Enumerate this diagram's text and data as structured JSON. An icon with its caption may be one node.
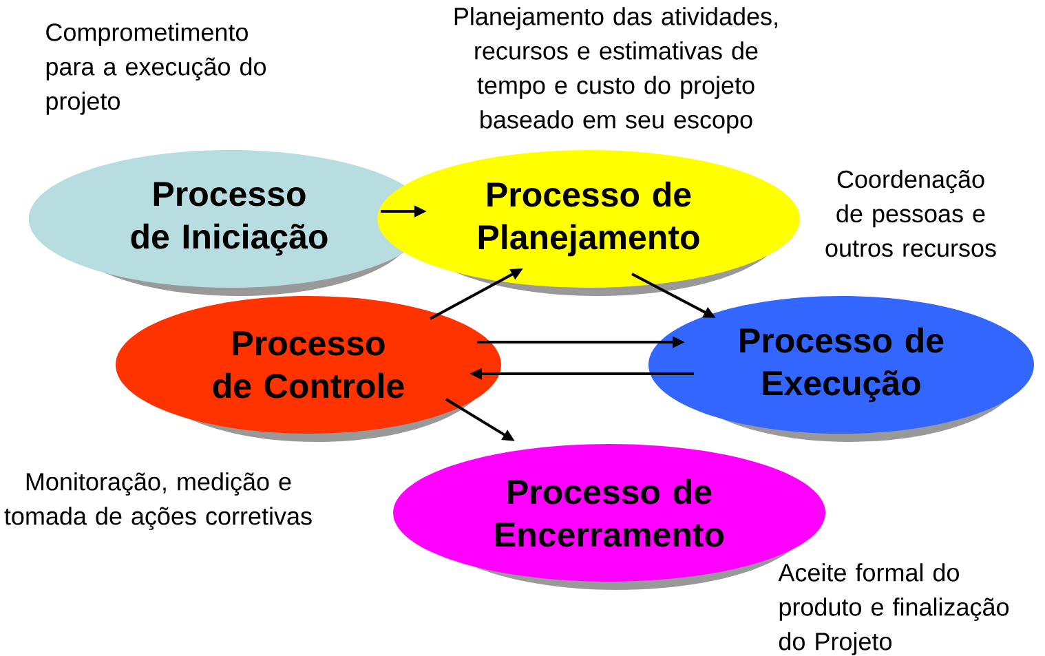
{
  "diagram": {
    "nodes": [
      {
        "text": [
          "Processo de Iniciação"
        ],
        "beside": [
          "Comprometimento para a execução do projeto"
        ]
      },
      {
        "text": [
          "Processo de Planejamento"
        ],
        "beside": [
          "Planejamento das atividades, recursos e estimativas de tempo e custo do projeto baseado em seu escopo"
        ]
      },
      {
        "text": [
          "Processo de Controle"
        ],
        "beside": [
          "Monitoração, medição e tomada de ações corretivas"
        ]
      },
      {
        "text": [
          "Processo de Execução"
        ],
        "beside": [
          "Coordenação de pessoas e outros recursos"
        ]
      },
      {
        "text": [
          "Processo de Encerramento"
        ],
        "beside": [
          "Aceite formal do produto e finalização do Projeto"
        ]
      }
    ],
    "edges": [
      {
        "from": 0,
        "to": 1,
        "arrow": "to"
      },
      {
        "from": 2,
        "to": 1,
        "arrow": "to"
      },
      {
        "from": 1,
        "to": 3,
        "arrow": "to"
      },
      {
        "from": 2,
        "to": 3,
        "arrow": "to"
      },
      {
        "from": 3,
        "to": 2,
        "arrow": "to"
      },
      {
        "from": 2,
        "to": 4,
        "arrow": "to"
      }
    ]
  }
}
